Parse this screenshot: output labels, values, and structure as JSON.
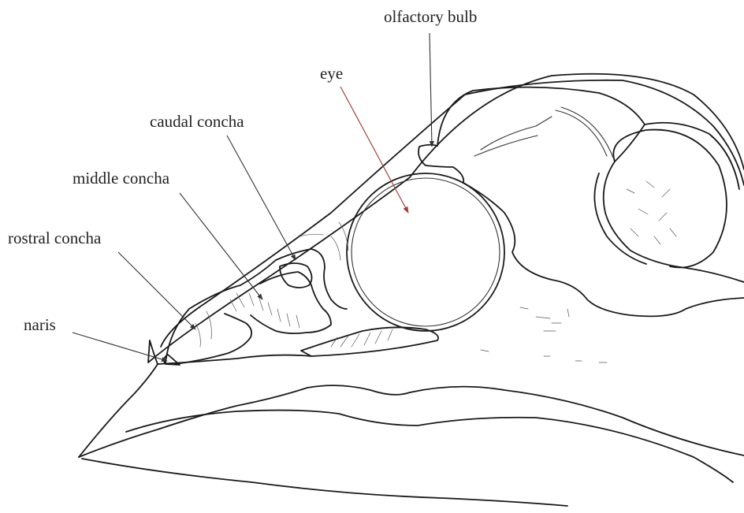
{
  "labels": {
    "olfactory_bulb": "olfactory bulb",
    "eye": "eye",
    "caudal_concha": "caudal concha",
    "middle_concha": "middle concha",
    "rostral_concha": "rostral concha",
    "naris": "naris"
  },
  "colors": {
    "line": "#1a1a1a",
    "eye_arrow": "#a0443a",
    "background": "#ffffff"
  }
}
